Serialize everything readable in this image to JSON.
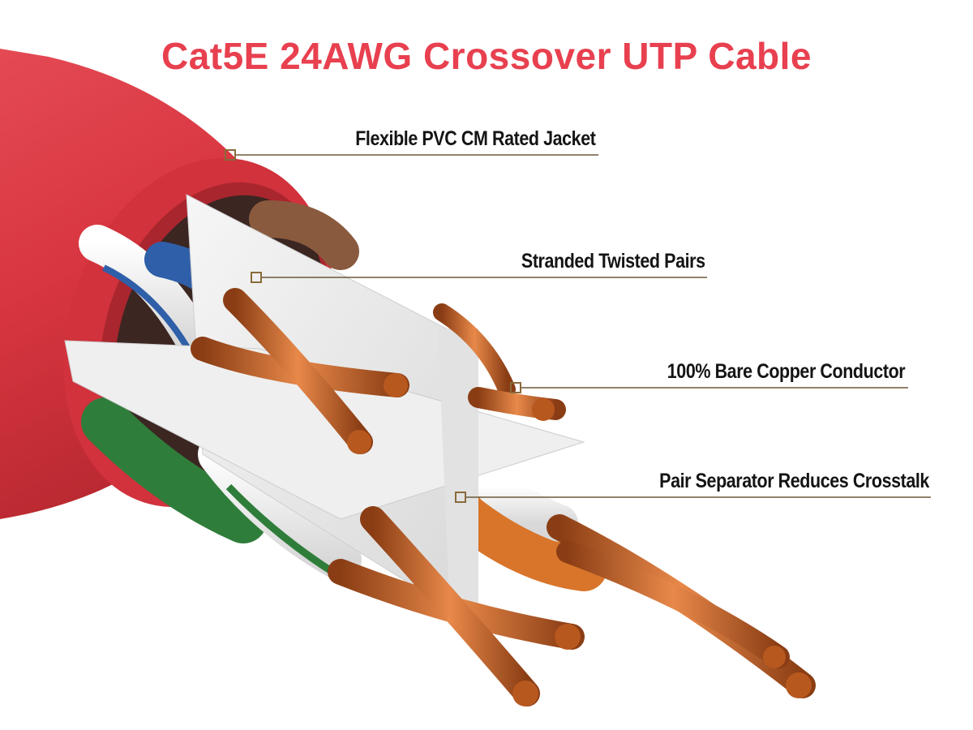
{
  "title": "Cat5E 24AWG Crossover UTP Cable",
  "colors": {
    "title": "#e8404f",
    "label_text": "#141414",
    "leader_line": "#6b5a3a",
    "marker": "#8a6a3a",
    "jacket": "#de3540",
    "copper": "#c8642a",
    "separator": "#eaeaea",
    "wire_blue": "#2f5fa8",
    "wire_green": "#2f7d3a",
    "wire_orange": "#d9752a",
    "wire_brown": "#8a5a3e"
  },
  "callouts": [
    {
      "id": "jacket",
      "label": "Flexible PVC CM Rated Jacket"
    },
    {
      "id": "pairs",
      "label": "Stranded Twisted Pairs"
    },
    {
      "id": "copper",
      "label": "100% Bare Copper Conductor"
    },
    {
      "id": "separator",
      "label": "Pair Separator Reduces Crosstalk"
    }
  ]
}
